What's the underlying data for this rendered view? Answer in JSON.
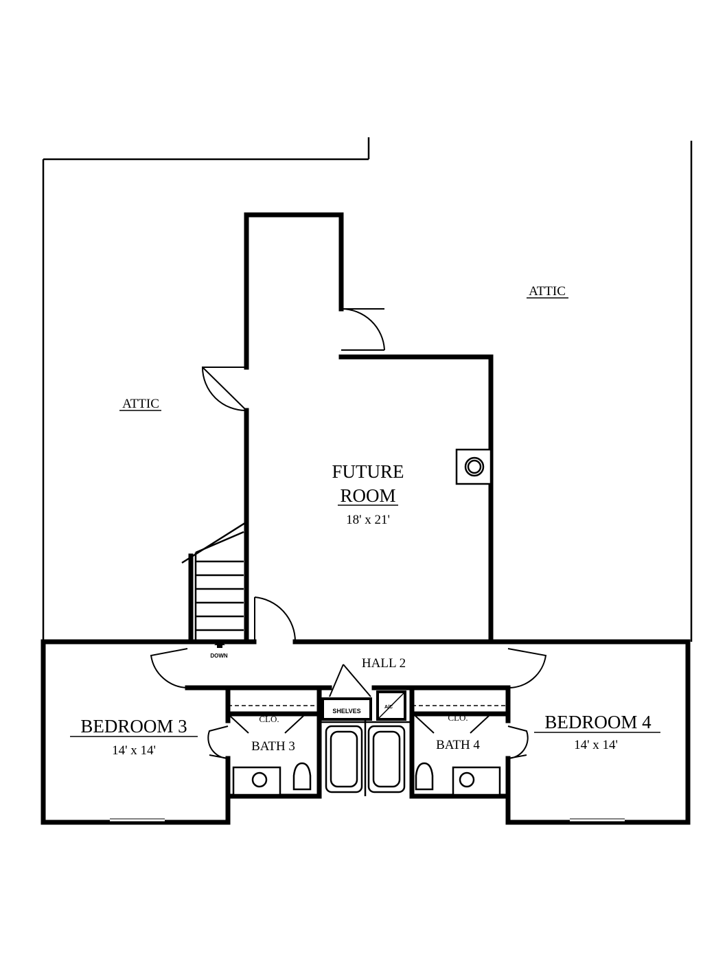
{
  "rooms": {
    "attic_right": {
      "label": "ATTIC"
    },
    "attic_left": {
      "label": "ATTIC"
    },
    "future_room": {
      "label_line1": "FUTURE",
      "label_line2": "ROOM",
      "size": "18' x 21'"
    },
    "hall": {
      "label": "HALL 2"
    },
    "stairs": {
      "label": "DOWN"
    },
    "bedroom3": {
      "label": "BEDROOM 3",
      "size": "14' x 14'"
    },
    "bedroom4": {
      "label": "BEDROOM 4",
      "size": "14' x 14'"
    },
    "bath3": {
      "label": "BATH 3",
      "closet": "CLO."
    },
    "bath4": {
      "label": "BATH 4",
      "closet": "CLO."
    },
    "shelves": {
      "label": "SHELVES"
    },
    "ac": {
      "label": "A/C"
    }
  }
}
